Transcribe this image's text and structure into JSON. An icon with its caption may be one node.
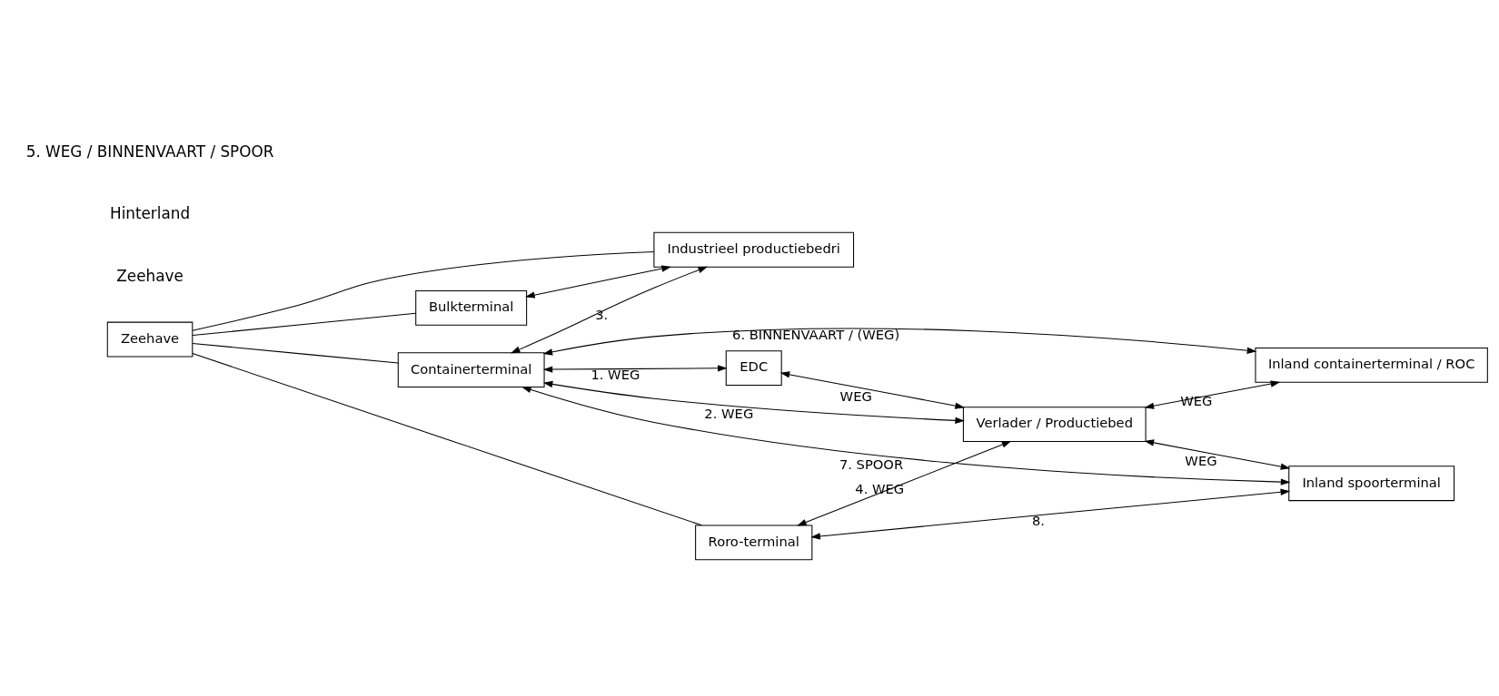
{
  "diagram": {
    "nodes": [
      {
        "text": [
          "Zeehave"
        ]
      },
      {
        "text": [
          "Containerterminal"
        ]
      },
      {
        "text": [
          "Bulkterminal"
        ]
      },
      {
        "text": [
          "Industrieel productiebedri"
        ]
      },
      {
        "text": [
          "Roro-terminal"
        ]
      },
      {
        "text": [
          "EDC"
        ]
      },
      {
        "text": [
          "Verlader / Productiebed"
        ]
      },
      {
        "text": [
          "Inland containerterminal / ROC"
        ]
      },
      {
        "text": [
          "Inland spoorterminal"
        ]
      }
    ],
    "edges": [
      {
        "from": 0,
        "to": 1,
        "arrow": "none"
      },
      {
        "from": 0,
        "to": 2,
        "arrow": "none"
      },
      {
        "from": 0,
        "to": 3,
        "arrow": "none"
      },
      {
        "from": 0,
        "to": 4,
        "arrow": "none"
      },
      {
        "from": 2,
        "to": 3,
        "arrow": "both"
      },
      {
        "from": 1,
        "to": 3,
        "arrow": "both",
        "label": "3."
      },
      {
        "from": 1,
        "to": 5,
        "arrow": "both",
        "label": "1. WEG"
      },
      {
        "from": 1,
        "to": 6,
        "arrow": "both",
        "label": "2. WEG"
      },
      {
        "from": 4,
        "to": 6,
        "arrow": "both",
        "label": "4. WEG"
      },
      {
        "from": 1,
        "to": 7,
        "arrow": "both",
        "label": "6. BINNENVAART / (WEG)"
      },
      {
        "from": 1,
        "to": 8,
        "arrow": "both",
        "label": "7. SPOOR"
      },
      {
        "from": 4,
        "to": 8,
        "arrow": "both",
        "label": "8."
      },
      {
        "from": 5,
        "to": 6,
        "arrow": "both",
        "label": "WEG"
      },
      {
        "from": 6,
        "to": 7,
        "arrow": "both",
        "label": "WEG"
      },
      {
        "from": 6,
        "to": 8,
        "arrow": "both",
        "label": "WEG"
      }
    ],
    "labels": [
      "Zeehave",
      "Hinterland",
      "5. WEG / BINNENVAART / SPOOR"
    ]
  }
}
